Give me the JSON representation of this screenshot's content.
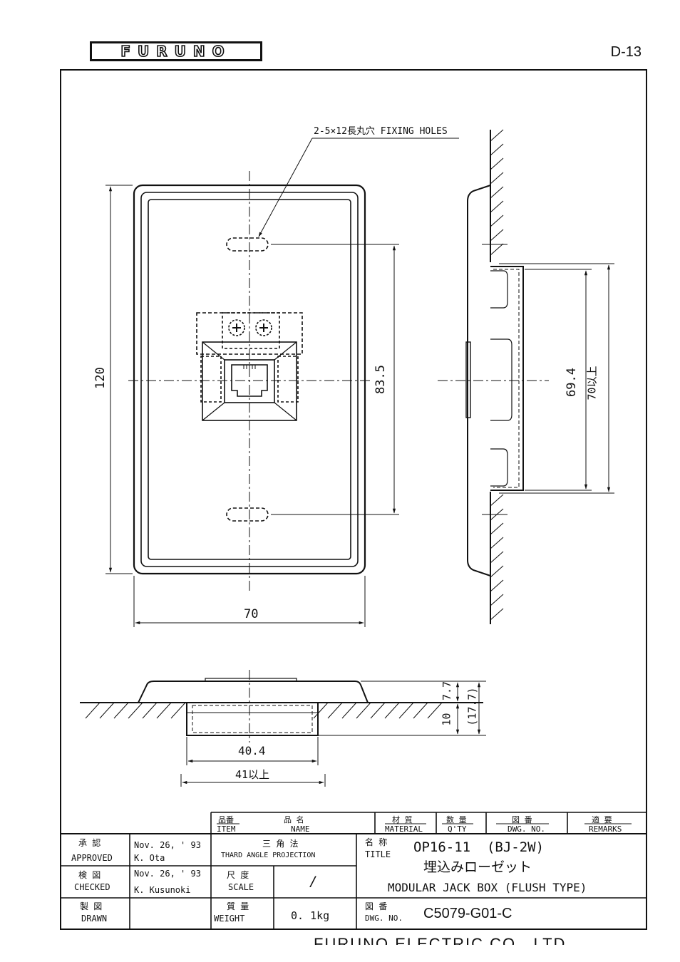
{
  "header": {
    "logo_text": "FURUNO",
    "page_number": "D-13"
  },
  "drawing": {
    "callout_fixing_holes": "2-5×12長丸穴 FIXING HOLES",
    "dim_height_120": "120",
    "dim_width_70": "70",
    "dim_hole_pitch": "83.5",
    "dim_side_69_4": "69.4",
    "dim_side_70_min": "70以上",
    "dim_7_7": "7.7",
    "dim_10": "10",
    "dim_17_7": "(17.7)",
    "dim_40_4": "40.4",
    "dim_41_min": "41以上"
  },
  "title_block": {
    "hdr_item_jp": "品番",
    "hdr_item_en": "ITEM",
    "hdr_name_jp": "品 名",
    "hdr_name_en": "NAME",
    "hdr_material_jp": "材 質",
    "hdr_material_en": "MATERIAL",
    "hdr_qty_jp": "数 量",
    "hdr_qty_en": "Q'TY",
    "hdr_dwg_jp": "図 番",
    "hdr_dwg_en": "DWG. NO.",
    "hdr_remarks_jp": "適 要",
    "hdr_remarks_en": "REMARKS",
    "approved_jp": "承 認",
    "approved_en": "APPROVED",
    "approved_date": "Nov. 26, ' 93",
    "approved_name": "K. Ota",
    "checked_jp": "検 図",
    "checked_en": "CHECKED",
    "checked_date": "Nov. 26, ' 93",
    "checked_name": "K. Kusunoki",
    "drawn_jp": "製 図",
    "drawn_en": "DRAWN",
    "projection_jp": "三 角 法",
    "projection_en": "THARD ANGLE PROJECTION",
    "scale_jp": "尺 度",
    "scale_en": "SCALE",
    "scale_value": "/",
    "weight_jp": "質 量",
    "weight_en": "WEIGHT",
    "weight_value": "0. 1kg",
    "title_jp_label": "名 称",
    "title_en_label": "TITLE",
    "title_model": "OP16-11  (BJ-2W)",
    "title_jp": "埋込みローゼット",
    "title_en": "MODULAR JACK BOX (FLUSH TYPE)",
    "dwgno_jp_label": "図 番",
    "dwgno_en_label": "DWG. NO.",
    "dwgno_value": "C5079-G01-C"
  },
  "footer": {
    "company": "FURUNO ELECTRIC CO., LTD."
  }
}
